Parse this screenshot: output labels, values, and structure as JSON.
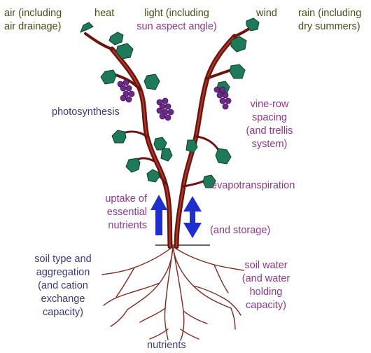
{
  "labels": {
    "air": [
      "air (including",
      "air drainage)"
    ],
    "heat": [
      "heat"
    ],
    "light": [
      "light (including",
      "sun aspect angle)"
    ],
    "wind": [
      "wind"
    ],
    "rain": [
      "rain (including",
      "dry summers)"
    ],
    "photosynthesis": [
      "photosynthesis"
    ],
    "vine_row": [
      "vine-row",
      "spacing",
      "(and trellis",
      "system)"
    ],
    "evapotranspiration": [
      "evapotranspiration"
    ],
    "uptake": [
      "uptake of",
      "essential",
      "nutrients"
    ],
    "storage": [
      "(and storage)"
    ],
    "soil_type": [
      "soil type and",
      "aggregation",
      "(and cation",
      "exchange",
      "capacity)"
    ],
    "soil_water": [
      "soil water",
      "(and water",
      "holding",
      "capacity)"
    ],
    "nutrients_bottom": [
      "nutrients"
    ]
  },
  "colors": {
    "arrow": "#1f2fcf",
    "vine": "#6b1410",
    "leaf": "#1f7a5a",
    "grape": "#6e2a8a",
    "ground": "#555555"
  }
}
